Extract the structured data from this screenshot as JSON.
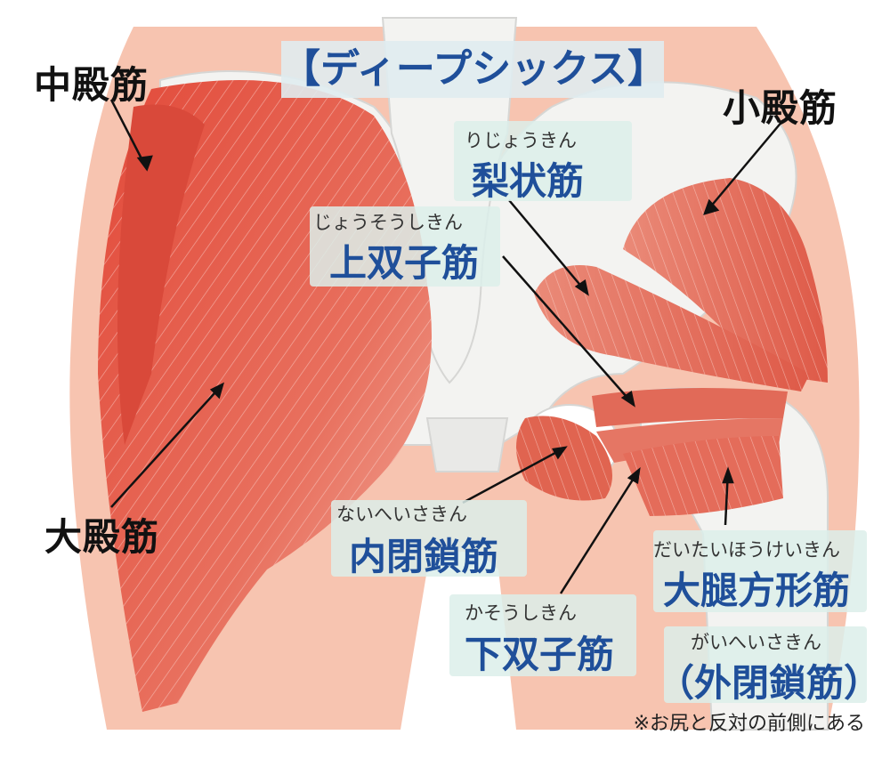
{
  "title": "【ディープシックス】",
  "labels": {
    "gluteus_medius": "中殿筋",
    "gluteus_minimus": "小殿筋",
    "gluteus_maximus": "大殿筋"
  },
  "muscles": [
    {
      "reading": "りじょうきん",
      "name": "梨状筋"
    },
    {
      "reading": "じょうそうしきん",
      "name": "上双子筋"
    },
    {
      "reading": "ないへいさきん",
      "name": "内閉鎖筋"
    },
    {
      "reading": "かそうしきん",
      "name": "下双子筋"
    },
    {
      "reading": "だいたいほうけいきん",
      "name": "大腿方形筋"
    },
    {
      "reading": "がいへいさきん",
      "name": "（外閉鎖筋）"
    }
  ],
  "note": "※お尻と反対の前側にある",
  "colors": {
    "skin": "#f7c4b0",
    "muscle": "#e0604e",
    "bone": "#f2f2f0",
    "label_blue": "#1f4f9a"
  }
}
